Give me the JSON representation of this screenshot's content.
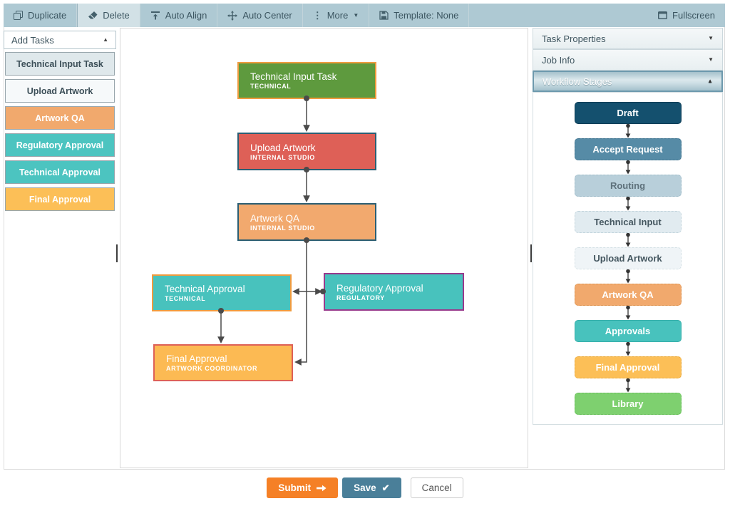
{
  "toolbar": {
    "duplicate": "Duplicate",
    "delete": "Delete",
    "auto_align": "Auto Align",
    "auto_center": "Auto Center",
    "more": "More",
    "template": "Template: None",
    "fullscreen": "Fullscreen",
    "bg": "#aec9d3",
    "active_button_bg": "#d2e1e6"
  },
  "icons": {
    "caret_down": "▼",
    "caret_up": "▲",
    "more_dots": "⋮",
    "check": "✔"
  },
  "sidebar": {
    "title": "Add Tasks",
    "items": [
      {
        "label": "Technical Input Task",
        "bg": "#dfe8eb",
        "fg": "#3c4f58"
      },
      {
        "label": "Upload Artwork",
        "bg": "#f6f9fa",
        "fg": "#3c4f58"
      },
      {
        "label": "Artwork QA",
        "bg": "#f1a96d",
        "fg": "#ffffff"
      },
      {
        "label": "Regulatory Approval",
        "bg": "#4cc4c0",
        "fg": "#ffffff"
      },
      {
        "label": "Technical Approval",
        "bg": "#4cc4c0",
        "fg": "#ffffff"
      },
      {
        "label": "Final Approval",
        "bg": "#fcbf57",
        "fg": "#ffffff"
      }
    ]
  },
  "canvas": {
    "nodes": [
      {
        "title": "Technical Input Task",
        "subtitle": "TECHNICAL",
        "bg": "#5e9a3e",
        "border": "#ef9b3f"
      },
      {
        "title": "Upload Artwork",
        "subtitle": "INTERNAL STUDIO",
        "bg": "#de6057",
        "border": "#2b5e73"
      },
      {
        "title": "Artwork QA",
        "subtitle": "INTERNAL STUDIO",
        "bg": "#f2a96e",
        "border": "#2b5e73"
      },
      {
        "title": "Technical Approval",
        "subtitle": "TECHNICAL",
        "bg": "#48c2bd",
        "border": "#ef9b3f"
      },
      {
        "title": "Regulatory Approval",
        "subtitle": "REGULATORY",
        "bg": "#48c2bd",
        "border": "#99398c"
      },
      {
        "title": "Final Approval",
        "subtitle": "ARTWORK COORDINATOR",
        "bg": "#fcba53",
        "border": "#de6057"
      }
    ]
  },
  "right_panel": {
    "sections": [
      {
        "label": "Task Properties"
      },
      {
        "label": "Job Info"
      },
      {
        "label": "Workflow Stages"
      }
    ],
    "stages": [
      {
        "label": "Draft",
        "bg": "#14506e",
        "fg": "#ffffff",
        "border": "#0d3e57"
      },
      {
        "label": "Accept Request",
        "bg": "#568ba6",
        "fg": "#ffffff",
        "border": "#44758f"
      },
      {
        "label": "Routing",
        "bg": "#b8cfda",
        "fg": "#5e717b",
        "border": "#9fbcc9"
      },
      {
        "label": "Technical Input",
        "bg": "#e1ebf0",
        "fg": "#44565f",
        "border": "#c2d4dc"
      },
      {
        "label": "Upload Artwork",
        "bg": "#eff4f7",
        "fg": "#44565f",
        "border": "#d4e0e5"
      },
      {
        "label": "Artwork QA",
        "bg": "#f1a96d",
        "fg": "#ffffff",
        "border": "#db924f"
      },
      {
        "label": "Approvals",
        "bg": "#48c2bd",
        "fg": "#ffffff",
        "border": "#35afaa"
      },
      {
        "label": "Final Approval",
        "bg": "#fcbf57",
        "fg": "#ffffff",
        "border": "#e8a93c"
      },
      {
        "label": "Library",
        "bg": "#7ed06f",
        "fg": "#ffffff",
        "border": "#66bd58"
      }
    ]
  },
  "footer": {
    "submit": "Submit",
    "save": "Save",
    "cancel": "Cancel",
    "submit_bg": "#f58026",
    "save_bg": "#4a7f99"
  }
}
